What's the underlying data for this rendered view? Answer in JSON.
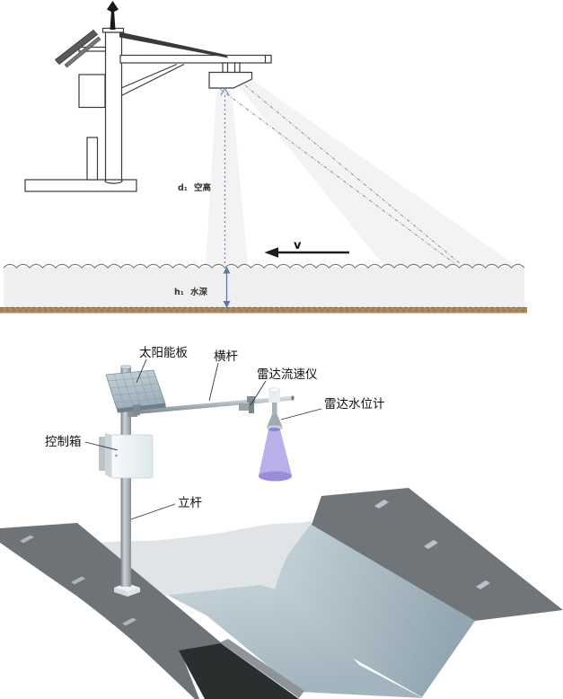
{
  "top_diagram": {
    "labels": {
      "air_height_symbol": "d₁",
      "air_height_text": "空高",
      "water_depth_symbol": "h₁",
      "water_depth_text": "水深",
      "velocity": "v"
    },
    "colors": {
      "line": "#3a3a3a",
      "beam_blue": "#6d83ad",
      "cone_fill": "#f3f3f3",
      "water_fill": "#efefef",
      "soil": "#a98a60"
    }
  },
  "bottom_scene": {
    "labels": {
      "solar_panel": "太阳能板",
      "crossbar": "横杆",
      "velocity_radar": "雷达流速仪",
      "level_radar": "雷达水位计",
      "control_box": "控制箱",
      "pole": "立杆"
    },
    "colors": {
      "road": "#6d7376",
      "bank_top": "#6f7578",
      "bank_slope": "#a6b7c0",
      "water": "#b7c7cf",
      "plain": "#e0e4e6",
      "shadow": "#2b2e2f",
      "beam": "#b4aae8",
      "panel": "#b3c1cb",
      "box": "#f0f5f6"
    }
  }
}
